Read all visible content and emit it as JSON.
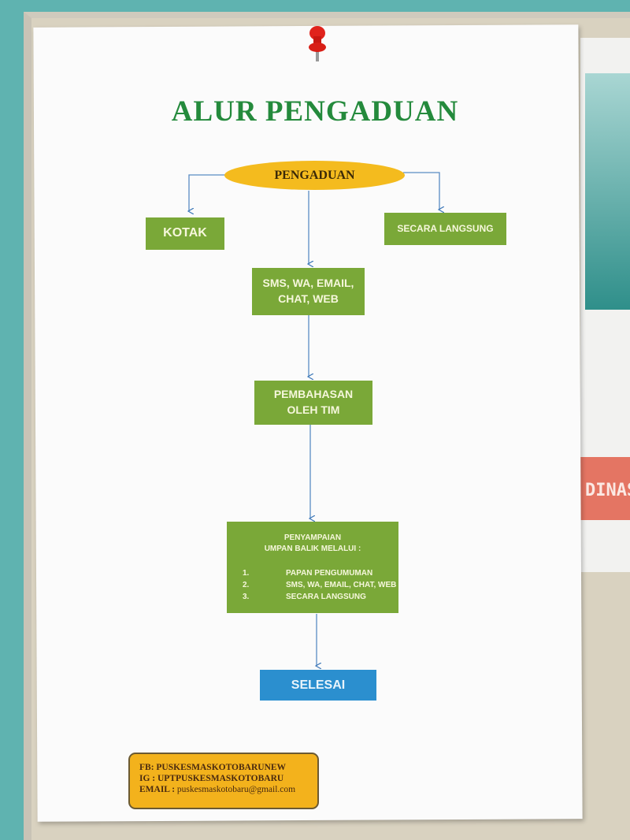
{
  "title": "ALUR PENGADUAN",
  "nodes": {
    "start": "PENGADUAN",
    "kotak": "KOTAK",
    "langsung": "SECARA LANGSUNG",
    "digital_line1": "SMS, WA, EMAIL,",
    "digital_line2": "CHAT, WEB",
    "discussion_line1": "PEMBAHASAN",
    "discussion_line2": "OLEH TIM",
    "feedback_line1": "PENYAMPAIAN",
    "feedback_line2": "UMPAN BALIK MELALUI :",
    "feedback_items": [
      {
        "num": "1.",
        "text": "PAPAN PENGUMUMAN"
      },
      {
        "num": "2.",
        "text": "SMS, WA, EMAIL, CHAT, WEB"
      },
      {
        "num": "3.",
        "text": "SECARA LANGSUNG"
      }
    ],
    "end": "SELESAI"
  },
  "contact": {
    "fb": "FB: PUSKESMASKOTOBARUNEW",
    "ig": "IG : UPTPUSKESMASKOTOBARU",
    "email_label": "EMAIL :",
    "email": "puskesmaskotobaru@gmail.com"
  },
  "side_poster": {
    "text": "DINAS"
  },
  "colors": {
    "green": "#7aa838",
    "orange": "#f4bb1e",
    "blue": "#2b8fcf",
    "title": "#248a3c"
  }
}
